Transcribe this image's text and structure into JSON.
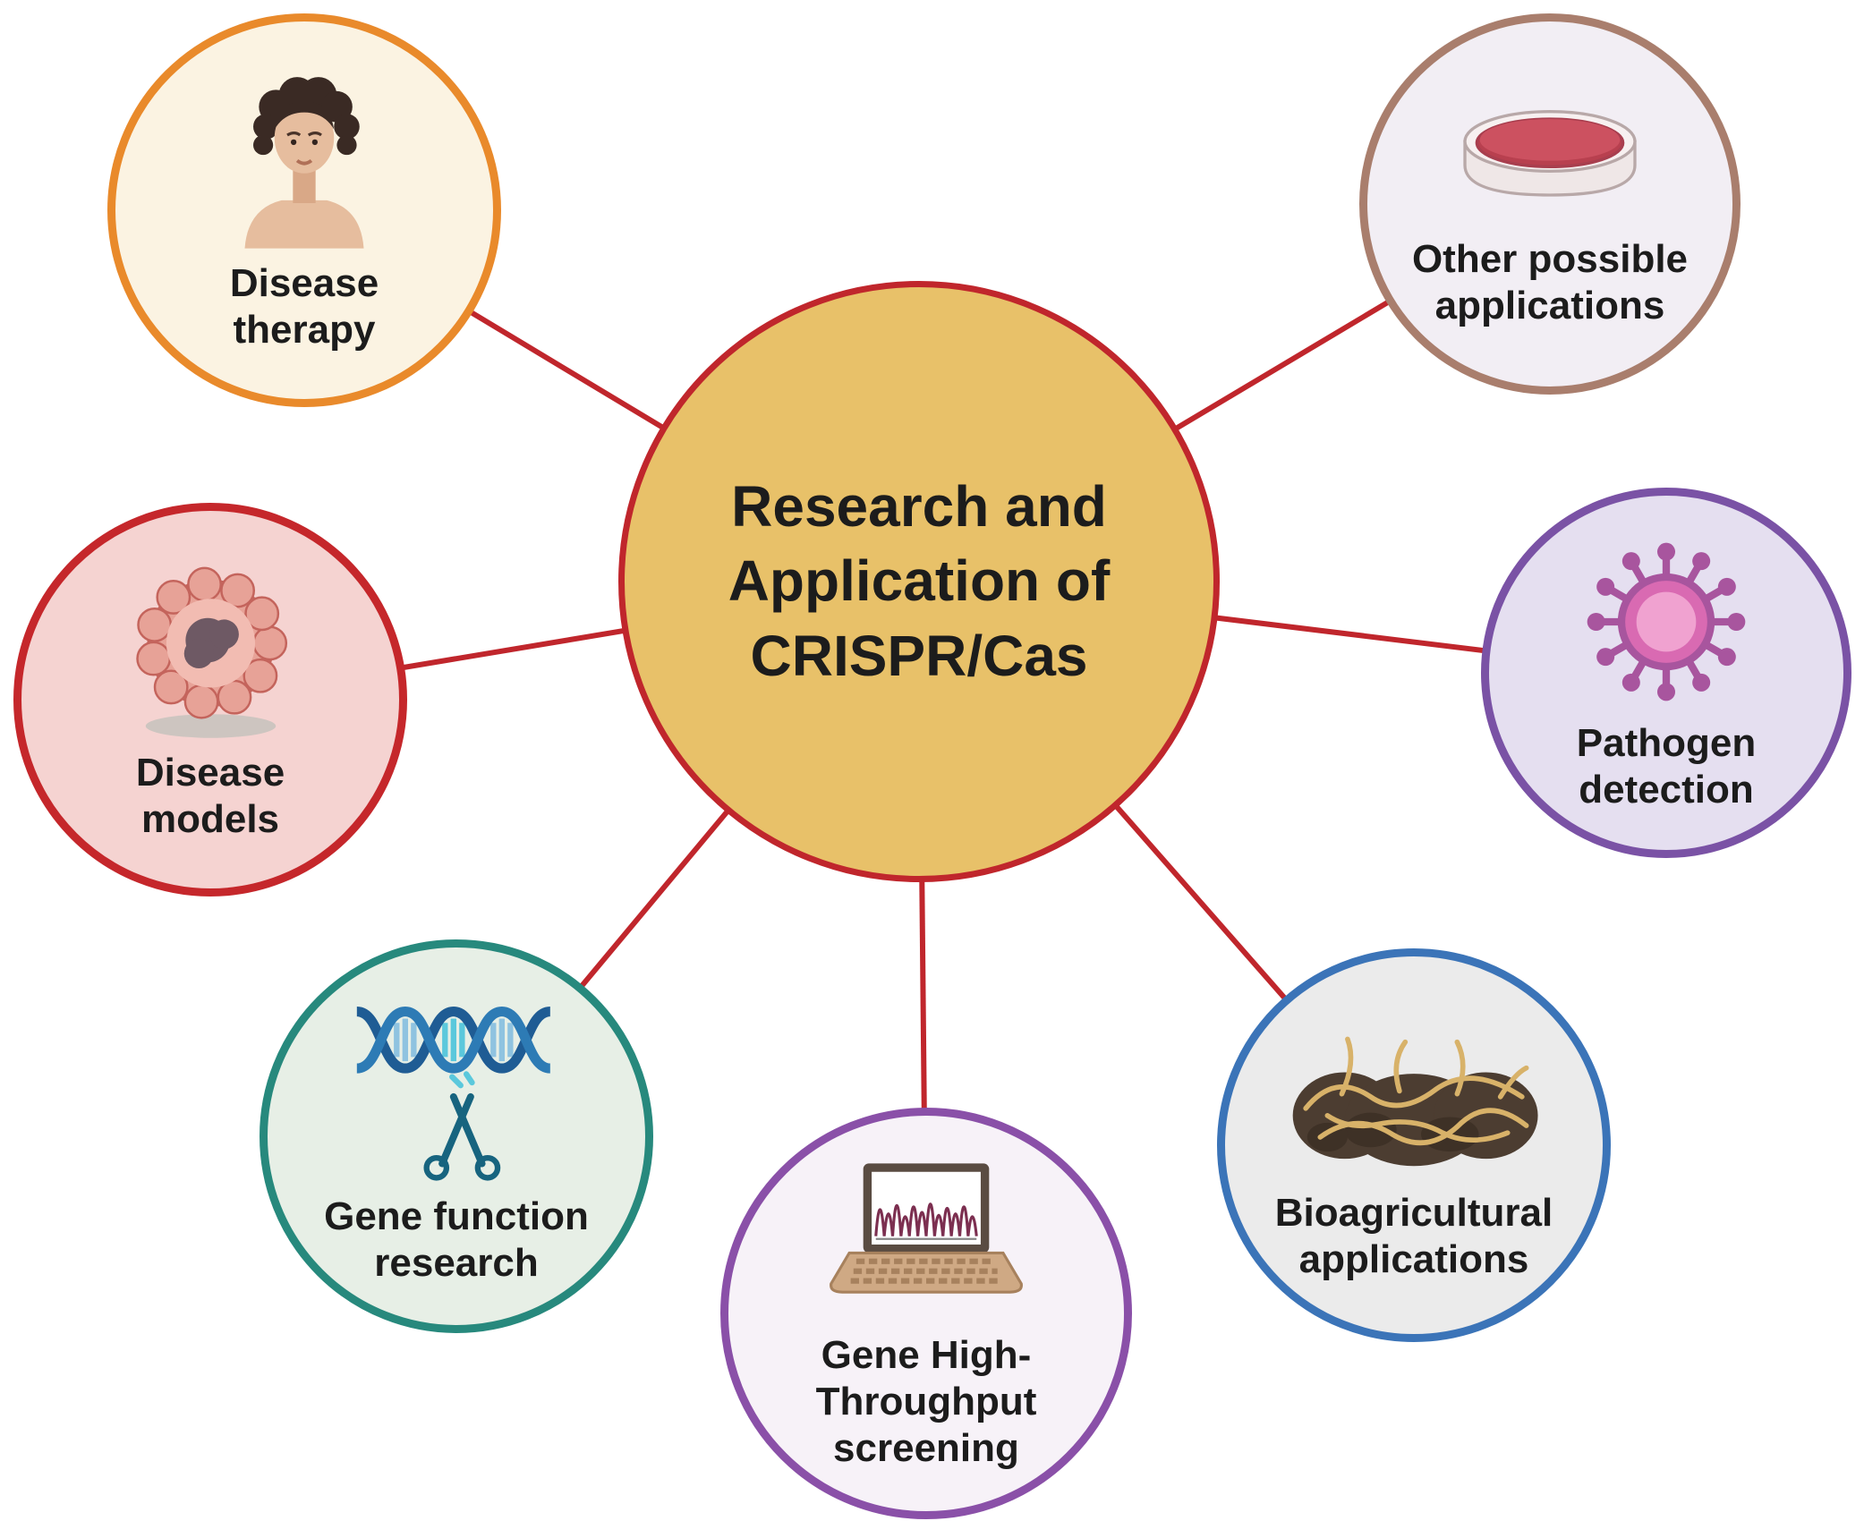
{
  "figure": {
    "connector_color": "#c0262c",
    "background_color": "#ffffff"
  },
  "center": {
    "label": "Research and\nApplication of\nCRISPR/Cas",
    "fill": "#e8c169",
    "border_color": "#c0262c",
    "text_color": "#1c1c1c"
  },
  "nodes": [
    {
      "id": "disease-therapy",
      "label": "Disease\ntherapy",
      "icon": "person-icon",
      "border_color": "#e98a2b",
      "fill": "#fbf3e2"
    },
    {
      "id": "other-possible-applications",
      "label": "Other possible\napplications",
      "icon": "petri-dish-icon",
      "border_color": "#a97e6d",
      "fill": "#f2eef4"
    },
    {
      "id": "disease-models",
      "label": "Disease\nmodels",
      "icon": "tumor-cell-icon",
      "border_color": "#c5272b",
      "fill": "#f5d3d1"
    },
    {
      "id": "pathogen-detection",
      "label": "Pathogen\ndetection",
      "icon": "virus-icon",
      "border_color": "#7a52a5",
      "fill": "#e5dff0"
    },
    {
      "id": "gene-function-research",
      "label": "Gene function\nresearch",
      "icon": "dna-scissors-icon",
      "border_color": "#27897d",
      "fill": "#e7efe6"
    },
    {
      "id": "gene-high-throughput-screening",
      "label": "Gene High-\nThroughput\nscreening",
      "icon": "laptop-chromatogram-icon",
      "border_color": "#8a50a8",
      "fill": "#f7f2f8"
    },
    {
      "id": "bioagricultural-applications",
      "label": "Bioagricultural\napplications",
      "icon": "soil-roots-icon",
      "border_color": "#3b74b8",
      "fill": "#ebebeb"
    }
  ]
}
